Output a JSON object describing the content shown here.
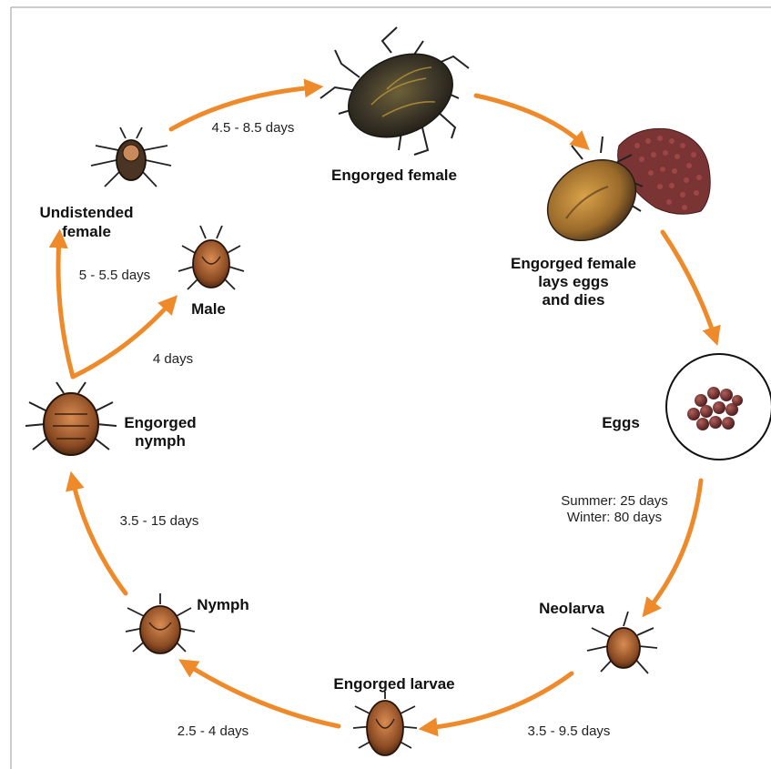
{
  "stages": {
    "engorged_female": "Engorged female",
    "lays_eggs_line1": "Engorged female",
    "lays_eggs_line2": "lays eggs",
    "lays_eggs_line3": "and dies",
    "eggs": "Eggs",
    "neolarva": "Neolarva",
    "engorged_larvae": "Engorged larvae",
    "nymph": "Nymph",
    "engorged_nymph_line1": "Engorged",
    "engorged_nymph_line2": "nymph",
    "male": "Male",
    "undistended_female_line1": "Undistended",
    "undistended_female_line2": "female"
  },
  "durations": {
    "undistended_to_engorged": "4.5 - 8.5 days",
    "egg_summer": "Summer: 25 days",
    "egg_winter": "Winter: 80 days",
    "neolarva_to_larvae": "3.5 - 9.5 days",
    "larvae_to_nymph": "2.5 - 4 days",
    "nymph_to_engorged_nymph": "3.5 - 15 days",
    "engorged_nymph_to_male": "4 days",
    "engorged_nymph_to_female": "5 - 5.5 days"
  },
  "colors": {
    "arrow": "#ef8a2a",
    "tick_body": "#8a4a22",
    "tick_dark": "#3a3326",
    "egg": "#6b2a2a"
  }
}
